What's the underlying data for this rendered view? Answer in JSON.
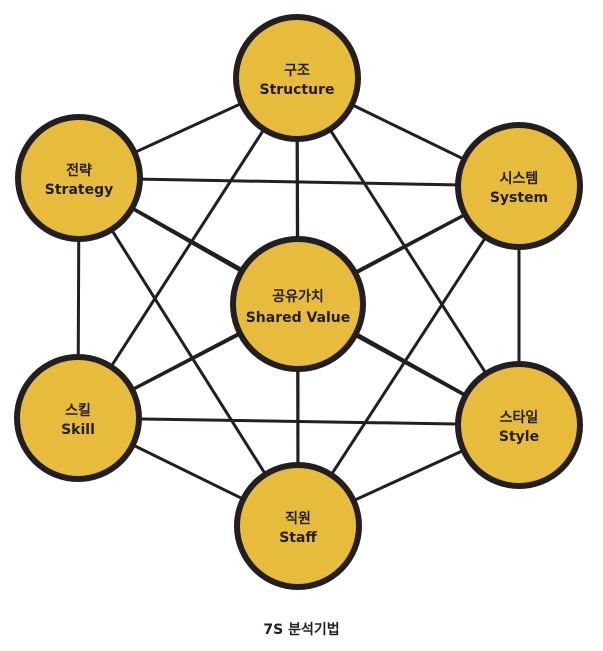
{
  "colors": {
    "node_fill": "#e7bb3c",
    "stroke": "#231f20"
  },
  "center": {
    "ko": "공유가치",
    "en": "Shared Value"
  },
  "nodes": [
    {
      "id": "structure",
      "ko": "구조",
      "en": "Structure"
    },
    {
      "id": "system",
      "ko": "시스템",
      "en": "System"
    },
    {
      "id": "style",
      "ko": "스타일",
      "en": "Style"
    },
    {
      "id": "staff",
      "ko": "직원",
      "en": "Staff"
    },
    {
      "id": "skill",
      "ko": "스킬",
      "en": "Skill"
    },
    {
      "id": "strategy",
      "ko": "전략",
      "en": "Strategy"
    }
  ],
  "caption": "7S 분석기법"
}
